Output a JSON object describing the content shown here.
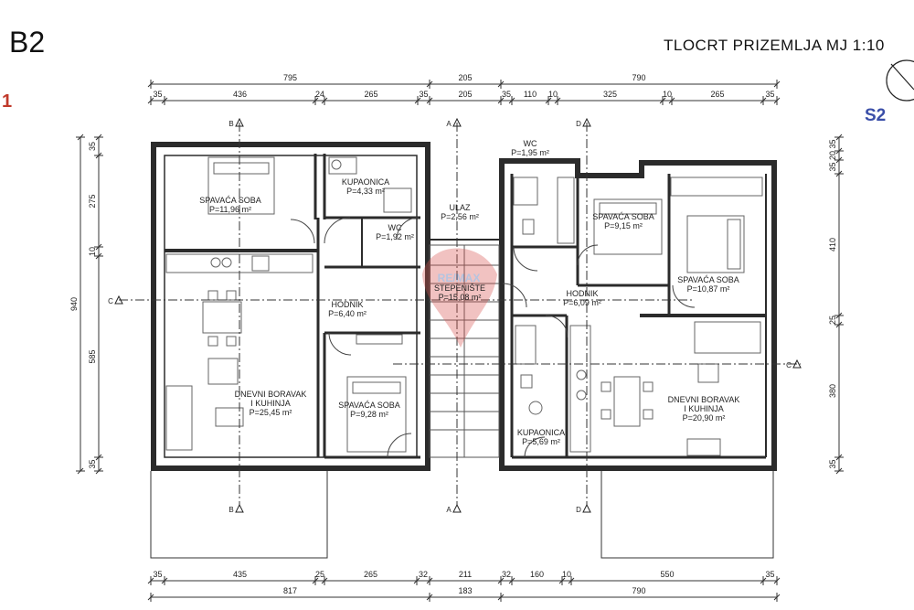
{
  "header": {
    "building": "B2",
    "plan_title": "TLOCRT PRIZEMLJA   MJ 1:10",
    "side_left": "1",
    "side_right": "S2"
  },
  "dims": {
    "top_total": [
      "795",
      "205",
      "790"
    ],
    "top_parts": [
      "35",
      "436",
      "24",
      "265",
      "35",
      "205",
      "35",
      "110",
      "10",
      "325",
      "10",
      "265",
      "35"
    ],
    "bottom_parts": [
      "35",
      "435",
      "25",
      "265",
      "32",
      "211",
      "32",
      "160",
      "10",
      "550",
      "35"
    ],
    "bottom_total": [
      "817",
      "183",
      "790"
    ],
    "left_total": "940",
    "left_parts": [
      "35",
      "275",
      "10",
      "585",
      "35"
    ],
    "right_parts": [
      "35",
      "20",
      "35",
      "410",
      "25",
      "380",
      "35"
    ]
  },
  "sections": [
    "B",
    "A",
    "D",
    "C"
  ],
  "rooms": [
    {
      "name": "SPAVAĆA SOBA",
      "area": "P=11,96 m²"
    },
    {
      "name": "KUPAONICA",
      "area": "P=4,33 m²"
    },
    {
      "name": "WC",
      "area": "P=1,92 m²"
    },
    {
      "name": "ULAZ",
      "area": "P=2,56 m²"
    },
    {
      "name": "WC",
      "area": "P=1,95 m²"
    },
    {
      "name": "SPAVAĆA SOBA",
      "area": "P=9,15 m²"
    },
    {
      "name": "SPAVAĆA SOBA",
      "area": "P=10,87 m²"
    },
    {
      "name": "STEPENIŠTE",
      "area": "P=15,08 m²"
    },
    {
      "name": "HODNIK",
      "area": "P=6,40 m²"
    },
    {
      "name": "HODNIK",
      "area": "P=6,09 m²"
    },
    {
      "name": "DNEVNI BORAVAK",
      "name2": "I KUHINJA",
      "area": "P=25,45 m²"
    },
    {
      "name": "SPAVAĆA SOBA",
      "area": "P=9,28 m²"
    },
    {
      "name": "DNEVNI BORAVAK",
      "name2": "I KUHINJA",
      "area": "P=20,90 m²"
    },
    {
      "name": "KUPAONICA",
      "area": "P=5,69 m²"
    }
  ],
  "watermark": "RE/MAX",
  "colors": {
    "wall": "#2b2b2b",
    "watermark": "#d9534f",
    "s1": "#c0392b",
    "s2": "#3a4ea8"
  }
}
